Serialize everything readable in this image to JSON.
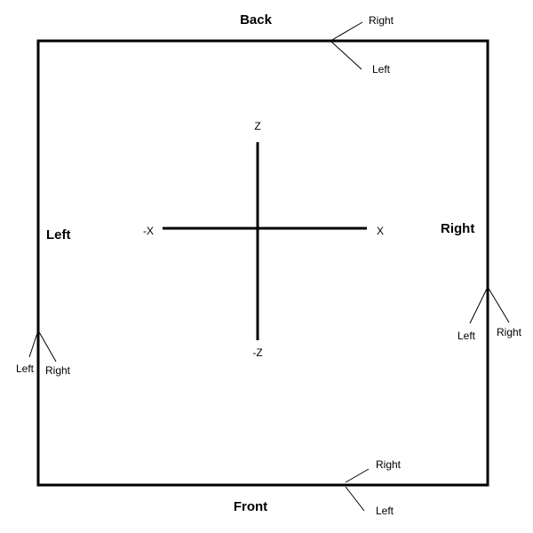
{
  "sides": {
    "back": "Back",
    "front": "Front",
    "left": "Left",
    "right": "Right"
  },
  "axes": {
    "x_pos": "X",
    "x_neg": "-X",
    "z_pos": "Z",
    "z_neg": "-Z"
  },
  "corners": {
    "back": {
      "right": "Right",
      "left": "Left"
    },
    "right": {
      "left": "Left",
      "right": "Right"
    },
    "left": {
      "left": "Left",
      "right": "Right"
    },
    "front": {
      "right": "Right",
      "left": "Left"
    }
  },
  "colors": {
    "stroke": "#000000",
    "background": "#ffffff"
  }
}
